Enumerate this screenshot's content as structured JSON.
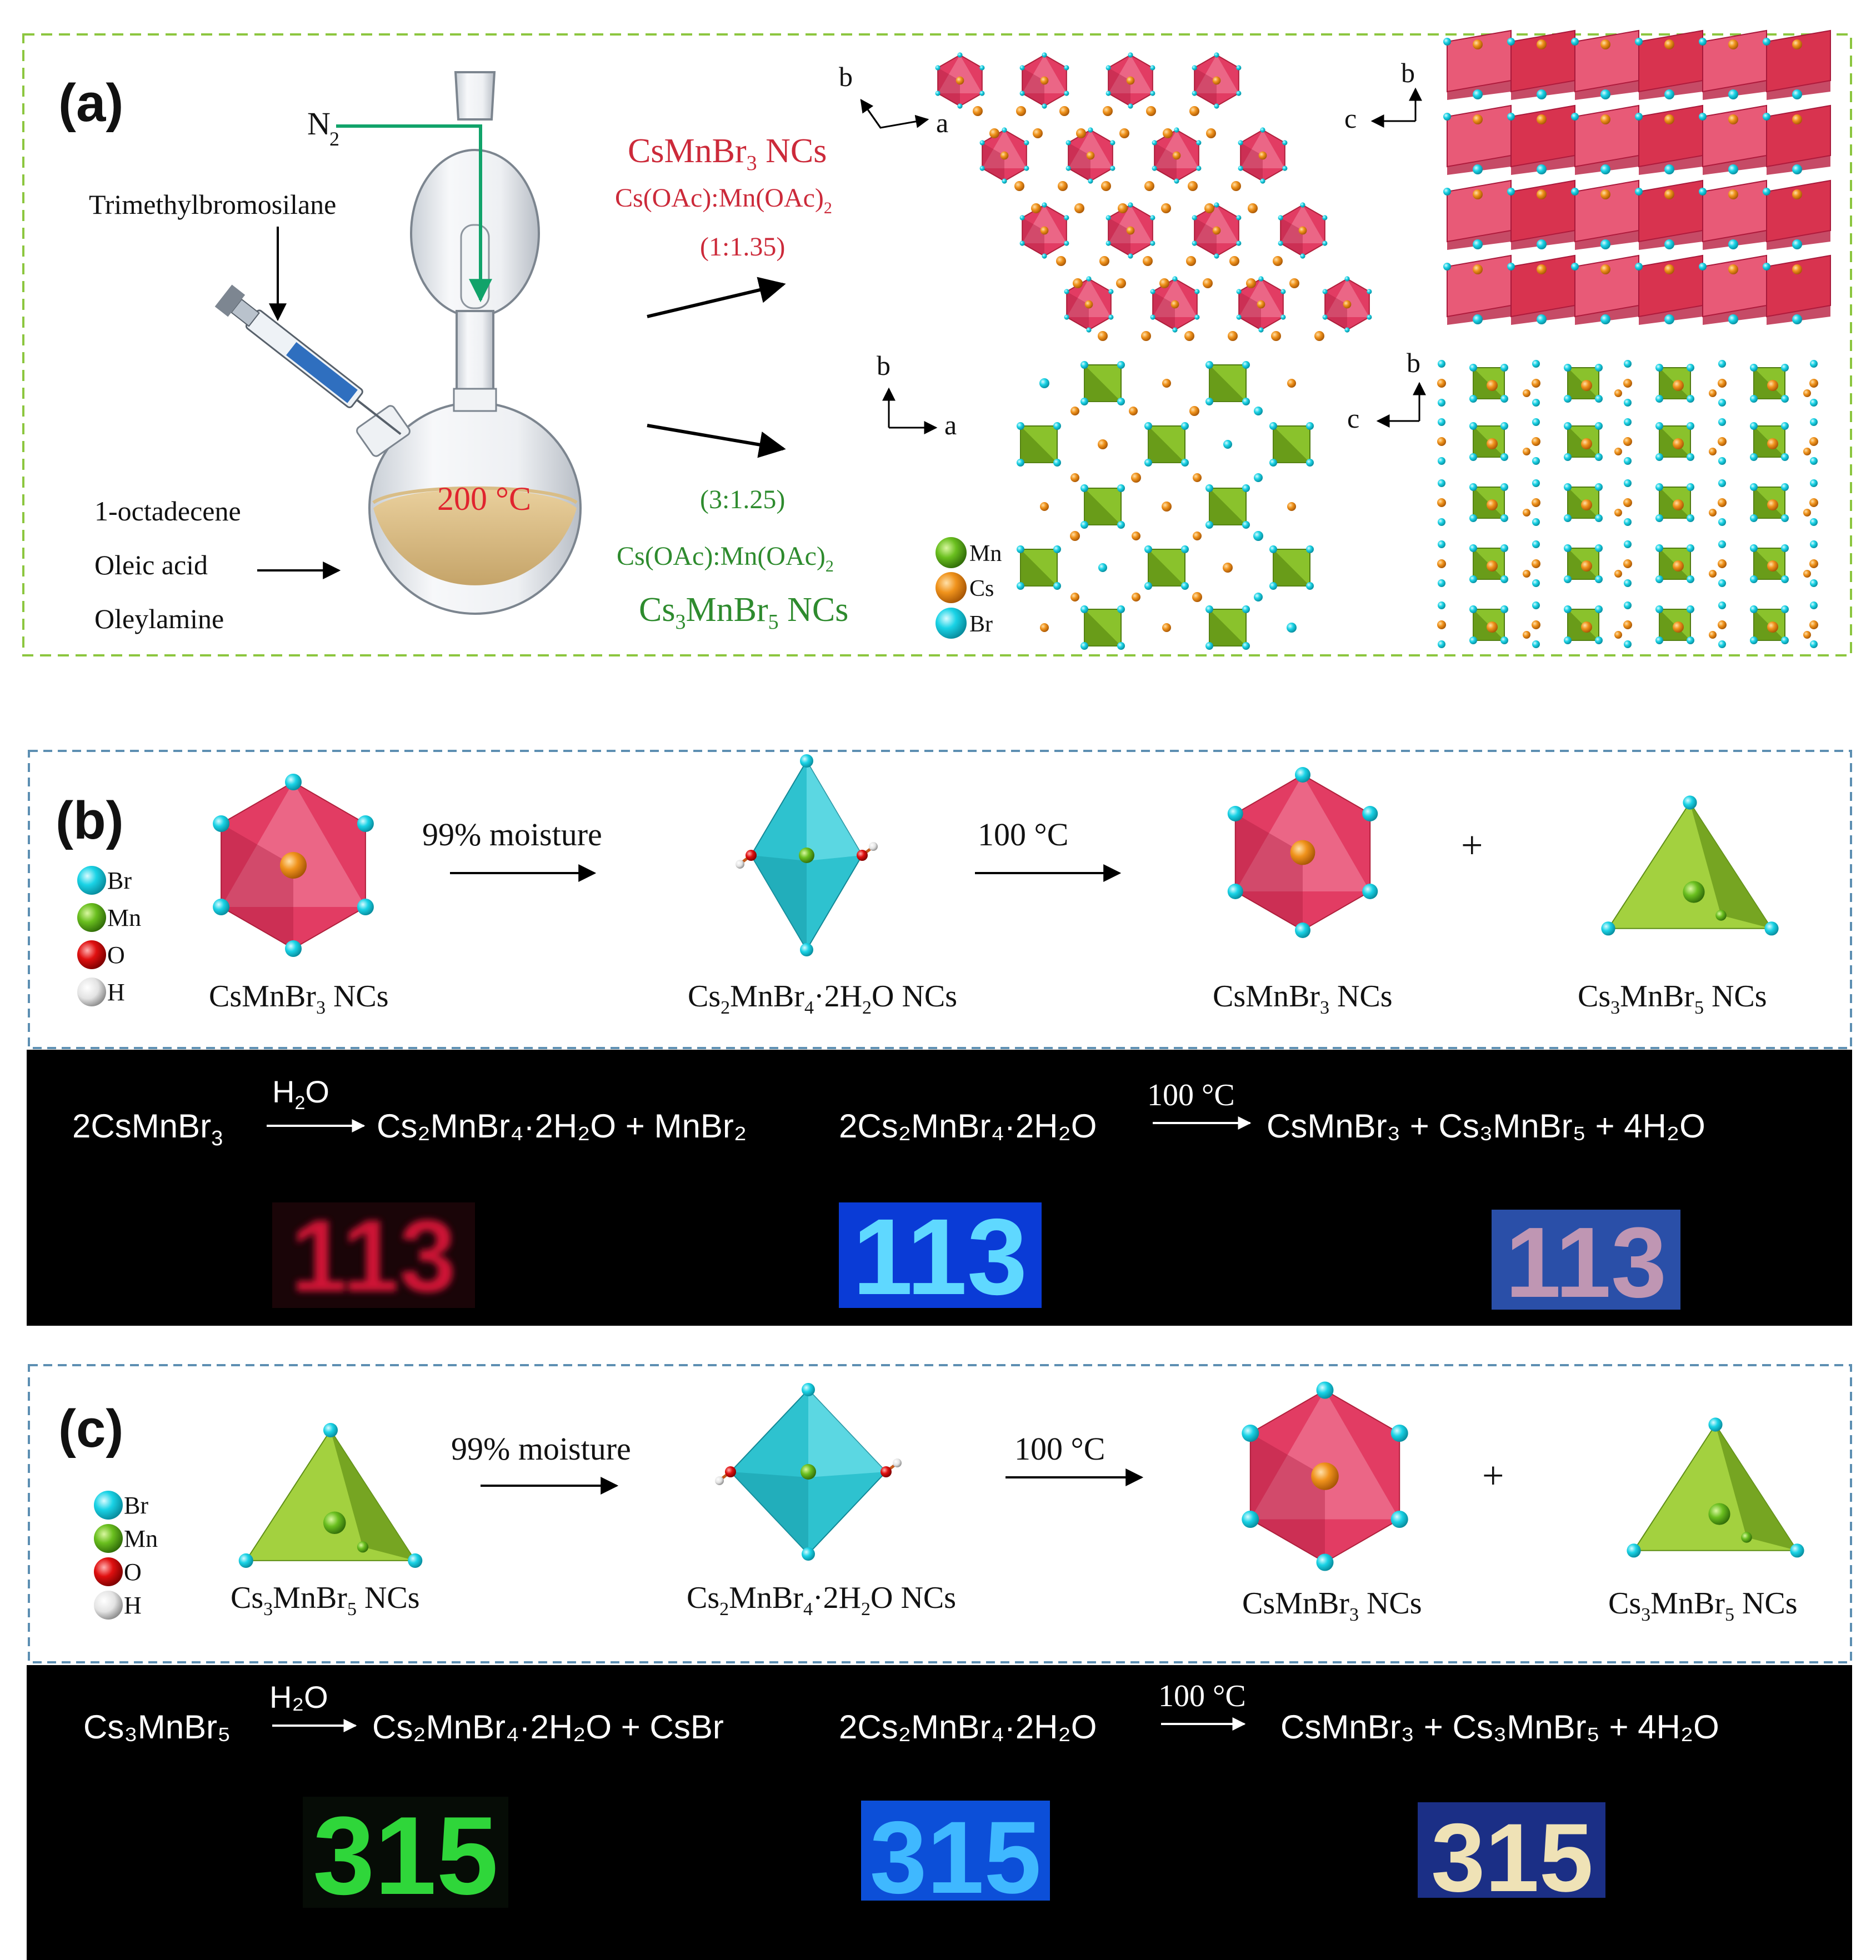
{
  "colors": {
    "csmnbr3_red": "#cc2a3a",
    "cs3mnbr5_green": "#2e8b2e",
    "synthesis_arrow_green": "#11a36a",
    "octahedron_pink": "#e23c63",
    "tetrahedron_green": "#8ac22c",
    "hydrate_cyan": "#2ec2cf",
    "atom_mn": "#6abf1f",
    "atom_cs": "#f0931c",
    "atom_br": "#1ad3e6",
    "atom_o": "#e01010",
    "atom_h": "#e8e8e8",
    "panel_a_border": "#8cc63f",
    "panel_bc_border": "#5d8fb2",
    "band_bg": "#000000",
    "photo_red": "#e2193a",
    "photo_blue": "#3fb8ff",
    "photo_green": "#2fd63a"
  },
  "panel_a": {
    "label": "(a)",
    "gas_sub": "2",
    "gas": "N",
    "reagent_top": "Trimethylbromosilane",
    "temperature": "200 °C",
    "solvents": [
      "1-octadecene",
      "Oleic acid",
      "Oleylamine"
    ],
    "upper_product": "CsMnBr",
    "upper_product_sub": "3",
    "upper_product_suffix": " NCs",
    "upper_precursor": "Cs(OAc):Mn(OAc)",
    "upper_precursor_sub": "2",
    "upper_ratio": "(1:1.35)",
    "lower_ratio": "(3:1.25)",
    "lower_precursor": "Cs(OAc):Mn(OAc)",
    "lower_precursor_sub": "2",
    "lower_product_pre": "Cs",
    "lower_product_sub1": "3",
    "lower_product_mid": "MnBr",
    "lower_product_sub2": "5",
    "lower_product_suffix": " NCs",
    "axes": {
      "b": "b",
      "a": "a",
      "c": "c"
    },
    "legend": [
      "Mn",
      "Cs",
      "Br"
    ]
  },
  "panel_b": {
    "label": "(b)",
    "legend": [
      "Br",
      "Mn",
      "O",
      "H"
    ],
    "step1": "99% moisture",
    "step2": "100 °C",
    "plus": "+",
    "c1": {
      "pre": "CsMnBr",
      "sub": "3",
      "post": " NCs"
    },
    "c2": {
      "pre": "Cs",
      "sub1": "2",
      "mid": "MnBr",
      "sub2": "4",
      "mid2": "·2H",
      "sub3": "2",
      "post": "O NCs"
    },
    "c3": {
      "pre": "CsMnBr",
      "sub": "3",
      "post": " NCs"
    },
    "c4": {
      "pre": "Cs",
      "sub1": "3",
      "mid": "MnBr",
      "sub2": "5",
      "post": " NCs"
    },
    "eq1_reactant": "2CsMnBr",
    "eq1_reactant_sub": "3",
    "eq1_condition": "H",
    "eq1_condition_sub": "2",
    "eq1_condition_post": "O",
    "eq1_product": "Cs₂MnBr₄·2H₂O + MnBr₂",
    "eq2_reactant": "2Cs₂MnBr₄·2H₂O",
    "eq2_condition": "100 °C",
    "eq2_product": "CsMnBr₃ +  Cs₃MnBr₅ + 4H₂O",
    "photo_text": "113"
  },
  "panel_c": {
    "label": "(c)",
    "legend": [
      "Br",
      "Mn",
      "O",
      "H"
    ],
    "step1": "99% moisture",
    "step2": "100 °C",
    "plus": "+",
    "c1": {
      "pre": "Cs",
      "sub1": "3",
      "mid": "MnBr",
      "sub2": "5",
      "post": " NCs"
    },
    "c2": {
      "pre": "Cs",
      "sub1": "2",
      "mid": "MnBr",
      "sub2": "4",
      "mid2": "·2H",
      "sub3": "2",
      "post": "O NCs"
    },
    "c3": {
      "pre": "CsMnBr",
      "sub": "3",
      "post": " NCs"
    },
    "c4": {
      "pre": "Cs",
      "sub1": "3",
      "mid": "MnBr",
      "sub2": "5",
      "post": " NCs"
    },
    "eq1_reactant": "Cs₃MnBr₅",
    "eq1_condition": "H₂O",
    "eq1_product": "Cs₂MnBr₄·2H₂O  +  CsBr",
    "eq2_reactant": "2Cs₂MnBr₄·2H₂O",
    "eq2_condition": "100 °C",
    "eq2_product": "CsMnBr₃ + Cs₃MnBr₅ +  4H₂O",
    "photo_text": "315"
  }
}
